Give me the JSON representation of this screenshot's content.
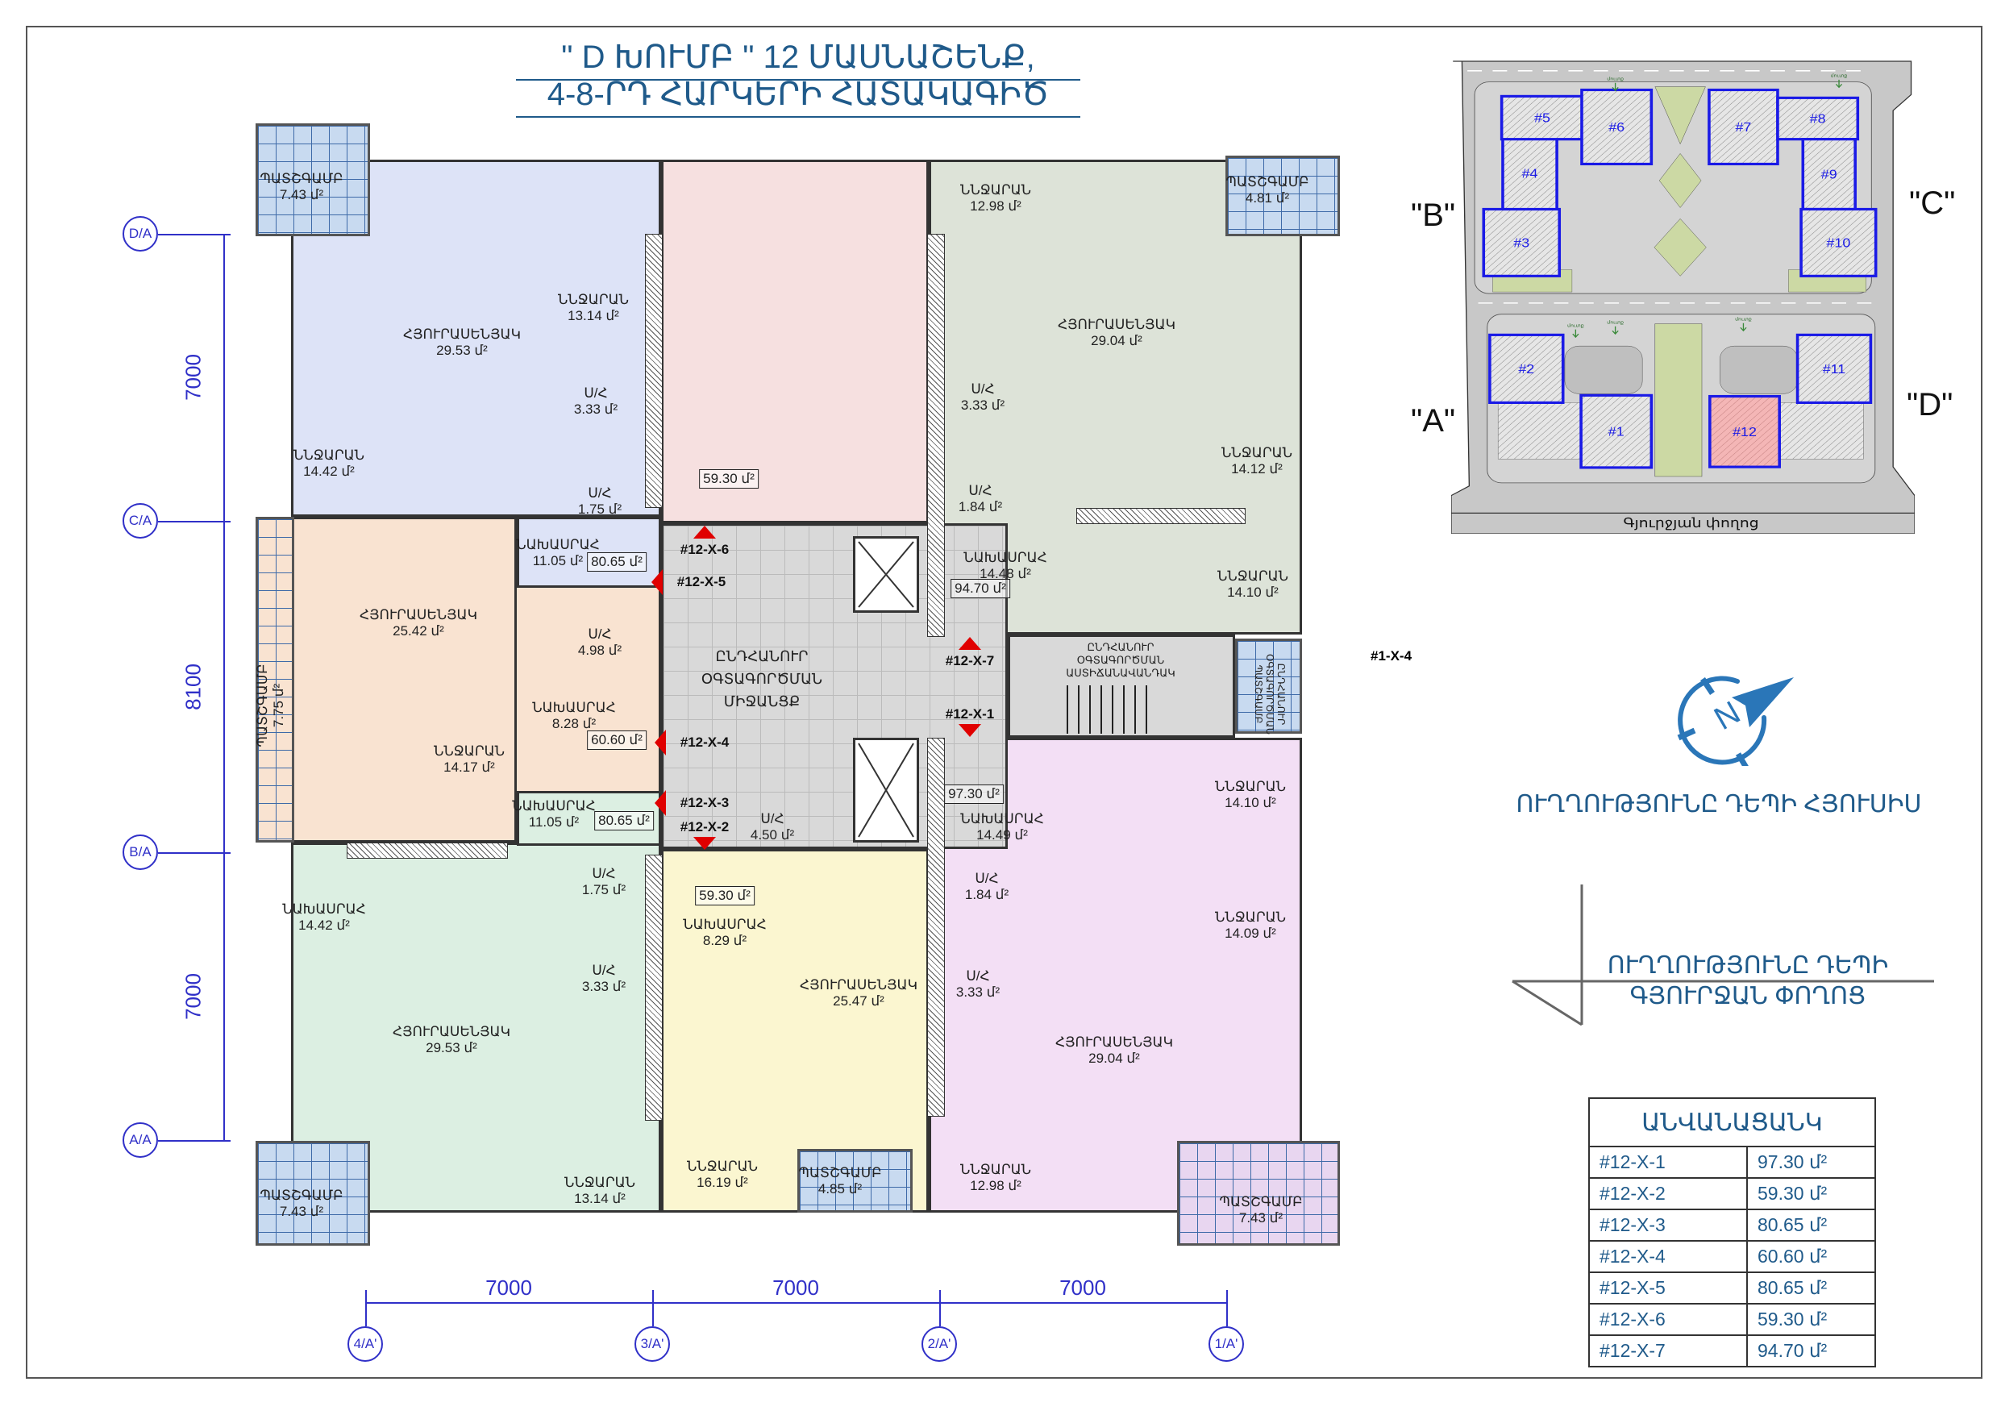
{
  "title": {
    "line1": "\" D ԽՈՒՄԲ \" 12 ՄԱՍՆԱՇԵՆՔ,",
    "line2": "4-8-ՐԴ  ՀԱՐԿԵՐԻ ՀԱՏԱԿԱԳԻԾ"
  },
  "axes": {
    "rows": [
      "D/A",
      "C/A",
      "B/A",
      "A/A"
    ],
    "row_dims": [
      "7000",
      "8100",
      "7000"
    ],
    "cols": [
      "4/A'",
      "3/A'",
      "2/A'",
      "1/A'"
    ],
    "col_dims": [
      "7000",
      "7000",
      "7000"
    ]
  },
  "plan": {
    "rooms": [
      {
        "name": "ՊԱՏՇԳԱՄԲ",
        "area": "7.43 մ²"
      },
      {
        "name": "ՆՆՋԱՐԱՆ",
        "area": "13.14 մ²"
      },
      {
        "name": "ՀՅՈՒՐԱՍԵՆՅԱԿ",
        "area": "29.53 մ²"
      },
      {
        "name": "Ս/Հ",
        "area": "3.33 մ²"
      },
      {
        "name": "ՆՆՋԱՐԱՆ",
        "area": "14.42 մ²"
      },
      {
        "name": "Ս/Հ",
        "area": "1.75 մ²"
      },
      {
        "name": "ՆԱԽԱՍՐԱՀ",
        "area": "11.05 մ²"
      },
      {
        "name": "ՆՆՋԱՐԱՆ",
        "area": "12.98 մ²"
      },
      {
        "name": "ՊԱՏՇԳԱՄԲ",
        "area": "4.81 մ²"
      },
      {
        "name": "ՀՅՈՒՐԱՍԵՆՅԱԿ",
        "area": "29.04 մ²"
      },
      {
        "name": "Ս/Հ",
        "area": "3.33 մ²"
      },
      {
        "name": "ՆՆՋԱՐԱՆ",
        "area": "14.12 մ²"
      },
      {
        "name": "Ս/Հ",
        "area": "1.84 մ²"
      },
      {
        "name": "ՆԱԽԱՍՐԱՀ",
        "area": "14.48 մ²"
      },
      {
        "name": "ՆՆՋԱՐԱՆ",
        "area": "14.10 մ²"
      },
      {
        "name": "ՀՅՈՒՐԱՍԵՆՅԱԿ",
        "area": "25.42 մ²"
      },
      {
        "name": "Ս/Հ",
        "area": "4.98 մ²"
      },
      {
        "name": "ՆԱԽԱՍՐԱՀ",
        "area": "8.28 մ²"
      },
      {
        "name": "ՆՆՋԱՐԱՆ",
        "area": "14.17 մ²"
      },
      {
        "name": "ՆԱԽԱՍՐԱՀ",
        "area": "11.05 մ²"
      },
      {
        "name": "Ս/Հ",
        "area": "1.75 մ²"
      },
      {
        "name": "ՆԱԽԱՍՐԱՀ",
        "area": "14.42 մ²"
      },
      {
        "name": "Ս/Հ",
        "area": "3.33 մ²"
      },
      {
        "name": "ՀՅՈՒՐԱՍԵՆՅԱԿ",
        "area": "29.53 մ²"
      },
      {
        "name": "ՊԱՏՇԳԱՄԲ",
        "area": "7.43 մ²"
      },
      {
        "name": "ՆՆՋԱՐԱՆ",
        "area": "13.14 մ²"
      },
      {
        "name": "Ս/Հ",
        "area": "4.50 մ²"
      },
      {
        "name": "ՆԱԽԱՍՐԱՀ",
        "area": "8.29 մ²"
      },
      {
        "name": "ՀՅՈՒՐԱՍԵՆՅԱԿ",
        "area": "25.47 մ²"
      },
      {
        "name": "ՆՆՋԱՐԱՆ",
        "area": "16.19 մ²"
      },
      {
        "name": "ՊԱՏՇԳԱՄԲ",
        "area": "4.85 մ²"
      },
      {
        "name": "ՆԱԽԱՍՐԱՀ",
        "area": "14.49 մ²"
      },
      {
        "name": "ՆՆՋԱՐԱՆ",
        "area": "14.10 մ²"
      },
      {
        "name": "Ս/Հ",
        "area": "1.84 մ²"
      },
      {
        "name": "ՆՆՋԱՐԱՆ",
        "area": "14.09 մ²"
      },
      {
        "name": "Ս/Հ",
        "area": "3.33 մ²"
      },
      {
        "name": "ՀՅՈՒՐԱՍԵՆՅԱԿ",
        "area": "29.04 մ²"
      },
      {
        "name": "ՆՆՋԱՐԱՆ",
        "area": "12.98 մ²"
      },
      {
        "name": "ՊԱՏՇԳԱՄԲ",
        "area": "7.43 մ²"
      }
    ],
    "side_balcony": {
      "name": "ՊԱՏՇԳԱՄԲ",
      "area": "7.75 մ²"
    },
    "apartment_totals": [
      "80.65 մ²",
      "59.30 մ²",
      "94.70 մ²",
      "60.60 մ²",
      "80.65 մ²",
      "59.30 մ²",
      "97.30 մ²"
    ],
    "markers": [
      "#12-X-6",
      "#12-X-5",
      "#12-X-7",
      "#12-X-1",
      "#12-X-4",
      "#12-X-3",
      "#12-X-2"
    ],
    "corridor": "ԸՆԴՀԱՆՈՒՐ ՕԳՏԱԳՈՐԾՄԱՆ ՄԻՋԱՆՑՔ",
    "stairs": "ԸՆԴՀԱՆՈՒՐ ՕԳՏԱԳՈՐԾՄԱՆ ԱՍՏԻՃԱՆԱՎԱՆԴԱԿ",
    "common_balcony": "ԸՆԴՀԱՆՈՒՐ ՕԳՏԱԳՈՐԾՄԱՆ ՊԱՏՇԳԱՄԲ"
  },
  "stray_label": "#1-X-4",
  "site_plan": {
    "buildings": [
      "#1",
      "#2",
      "#3",
      "#4",
      "#5",
      "#6",
      "#7",
      "#8",
      "#9",
      "#10",
      "#11",
      "#12"
    ],
    "highlighted": "#12",
    "zones": [
      "\"A\"",
      "\"B\"",
      "\"C\"",
      "\"D\""
    ],
    "street": "Գյուրջյան փողոց",
    "entrance_label": "մուտք"
  },
  "orientation": {
    "north": "ՈՒՂՂՈՒԹՅՈՒՆԸ ԴԵՊԻ ՀՅՈՒՍԻՍ",
    "street_line1": "ՈՒՂՂՈՒԹՅՈՒՆԸ ԴԵՊԻ",
    "street_line2": "ԳՅՈՒՐՋԱՆ ՓՈՂՈՑ",
    "compass_letter": "N"
  },
  "legend": {
    "title": "ԱՆՎԱՆԱՑԱՆԿ",
    "rows": [
      {
        "id": "#12-X-1",
        "area": "97.30 մ²"
      },
      {
        "id": "#12-X-2",
        "area": "59.30 մ²"
      },
      {
        "id": "#12-X-3",
        "area": "80.65 մ²"
      },
      {
        "id": "#12-X-4",
        "area": "60.60 մ²"
      },
      {
        "id": "#12-X-5",
        "area": "80.65 մ²"
      },
      {
        "id": "#12-X-6",
        "area": "59.30 մ²"
      },
      {
        "id": "#12-X-7",
        "area": "94.70 մ²"
      }
    ]
  },
  "colors": {
    "title": "#1f5a8a",
    "axis": "#3030c8",
    "marker": "#e00000",
    "highlight": "#f4b6b6",
    "apt_blue": "#dde3f7",
    "apt_pink": "#f6e0e0",
    "apt_green": "#dde3d8",
    "apt_orange": "#f9e3d1",
    "apt_mint": "#dcefe2",
    "apt_yellow": "#fbf6d0",
    "apt_violet": "#f3dff5",
    "corridor": "#d9d9d9"
  }
}
